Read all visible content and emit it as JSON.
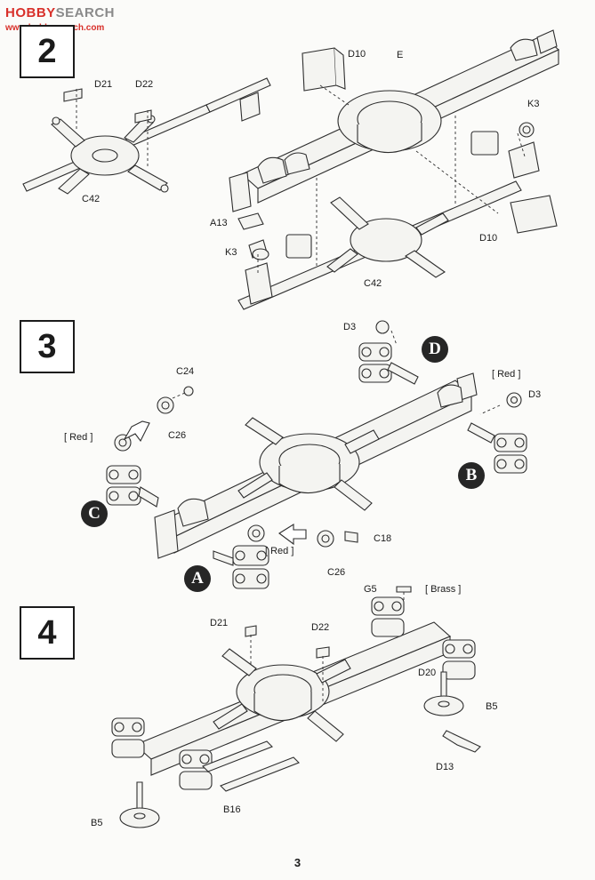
{
  "watermark": {
    "logo_left": "HOBBY",
    "logo_right": "SEARCH",
    "url": "www.hobbysearch.com"
  },
  "page_number": "3",
  "steps": [
    {
      "number": "2",
      "labels": {
        "D21": "D21",
        "D22": "D22",
        "C42_left": "C42",
        "D10_top": "D10",
        "E": "E",
        "K3_right": "K3",
        "A13": "A13",
        "K3_left": "K3",
        "C42_center": "C42",
        "D10_bottom": "D10"
      }
    },
    {
      "number": "3",
      "labels": {
        "D3_top": "D3",
        "C24": "C24",
        "C26_left": "C26",
        "red_left": "[ Red ]",
        "red_right": "[ Red ]",
        "D3_right": "D3",
        "red_center": "[ Red ]",
        "C18": "C18",
        "C26_center": "C26"
      },
      "callouts": {
        "A": "A",
        "B": "B",
        "C": "C",
        "D": "D"
      }
    },
    {
      "number": "4",
      "labels": {
        "G5": "G5",
        "brass": "[ Brass ]",
        "D21": "D21",
        "D22": "D22",
        "D20": "D20",
        "B5_right": "B5",
        "D13": "D13",
        "B16": "B16",
        "B5_left": "B5"
      }
    }
  ],
  "colors": {
    "ink": "#1b1b1b",
    "line": "#3a3a3a",
    "fill": "#f2f2ef",
    "callout": "#262626",
    "watermark_red": "#d8302a",
    "watermark_grey": "#8a8a8a"
  }
}
